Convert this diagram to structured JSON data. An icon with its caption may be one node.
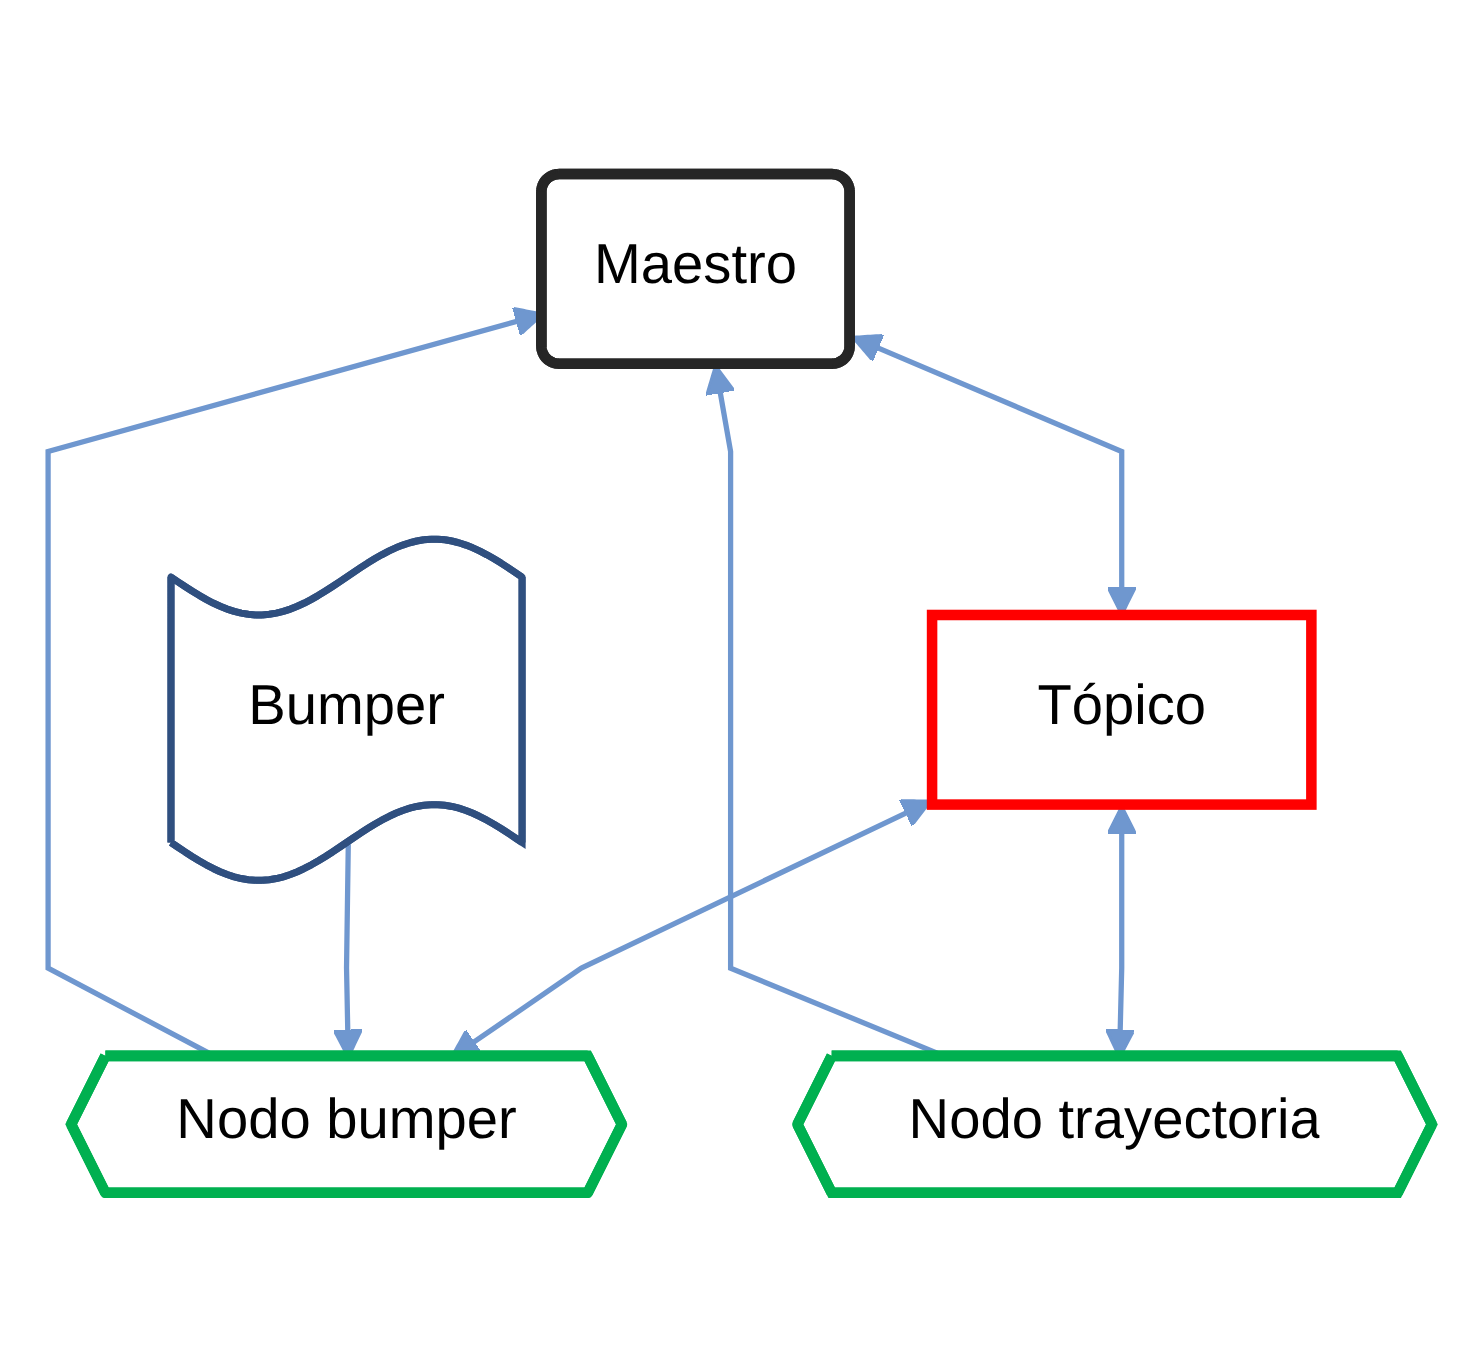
{
  "diagram": {
    "nodes": [
      {
        "text": [
          "Maestro"
        ]
      },
      {
        "text": [
          "Tópico"
        ]
      },
      {
        "text": [
          "Nodo bumper"
        ]
      },
      {
        "text": [
          "Nodo trayectoria"
        ]
      },
      {
        "text": [
          "Bumper"
        ]
      }
    ],
    "edges": [
      {
        "from": 2,
        "to": 0,
        "arrow": "to"
      },
      {
        "from": 0,
        "to": 1,
        "arrow": "both"
      },
      {
        "from": 1,
        "to": 2,
        "arrow": "both"
      },
      {
        "from": 1,
        "to": 3,
        "arrow": "both"
      },
      {
        "from": 4,
        "to": 2,
        "arrow": "to"
      },
      {
        "from": 3,
        "to": 0,
        "arrow": "to"
      }
    ]
  }
}
